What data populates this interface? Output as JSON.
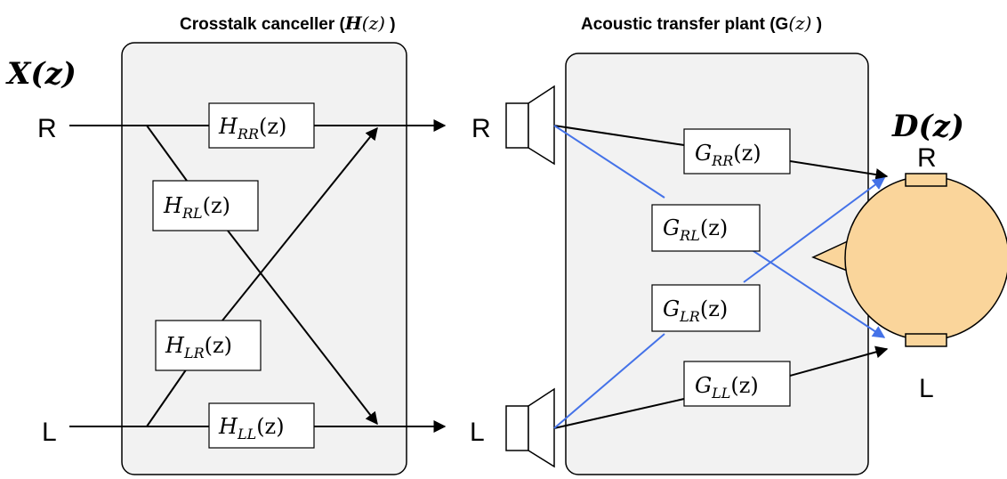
{
  "headers": {
    "canceller_prefix": "Crosstalk canceller (",
    "canceller_symbol": "H",
    "canceller_arg": "(z)",
    "canceller_suffix": " )",
    "plant_prefix": "Acoustic transfer plant (G",
    "plant_arg": "(z)",
    "plant_suffix": " )"
  },
  "signals": {
    "input": {
      "symbol": "X",
      "arg": "(z)"
    },
    "output": {
      "symbol": "D",
      "arg": "(z)"
    }
  },
  "ports": {
    "in_r": "R",
    "in_l": "L",
    "spk_r": "R",
    "spk_l": "L",
    "ear_r": "R",
    "ear_l": "L"
  },
  "filters": {
    "h_rr": {
      "symbol": "H",
      "sub": "RR",
      "arg": "(z)"
    },
    "h_rl": {
      "symbol": "H",
      "sub": "RL",
      "arg": "(z)"
    },
    "h_lr": {
      "symbol": "H",
      "sub": "LR",
      "arg": "(z)"
    },
    "h_ll": {
      "symbol": "H",
      "sub": "LL",
      "arg": "(z)"
    },
    "g_rr": {
      "symbol": "G",
      "sub": "RR",
      "arg": "(z)"
    },
    "g_rl": {
      "symbol": "G",
      "sub": "RL",
      "arg": "(z)"
    },
    "g_lr": {
      "symbol": "G",
      "sub": "LR",
      "arg": "(z)"
    },
    "g_ll": {
      "symbol": "G",
      "sub": "LL",
      "arg": "(z)"
    }
  },
  "colors": {
    "panel_fill": "#f2f2f2",
    "cross_path": "#4472e8",
    "head_fill": "#fad59b"
  }
}
